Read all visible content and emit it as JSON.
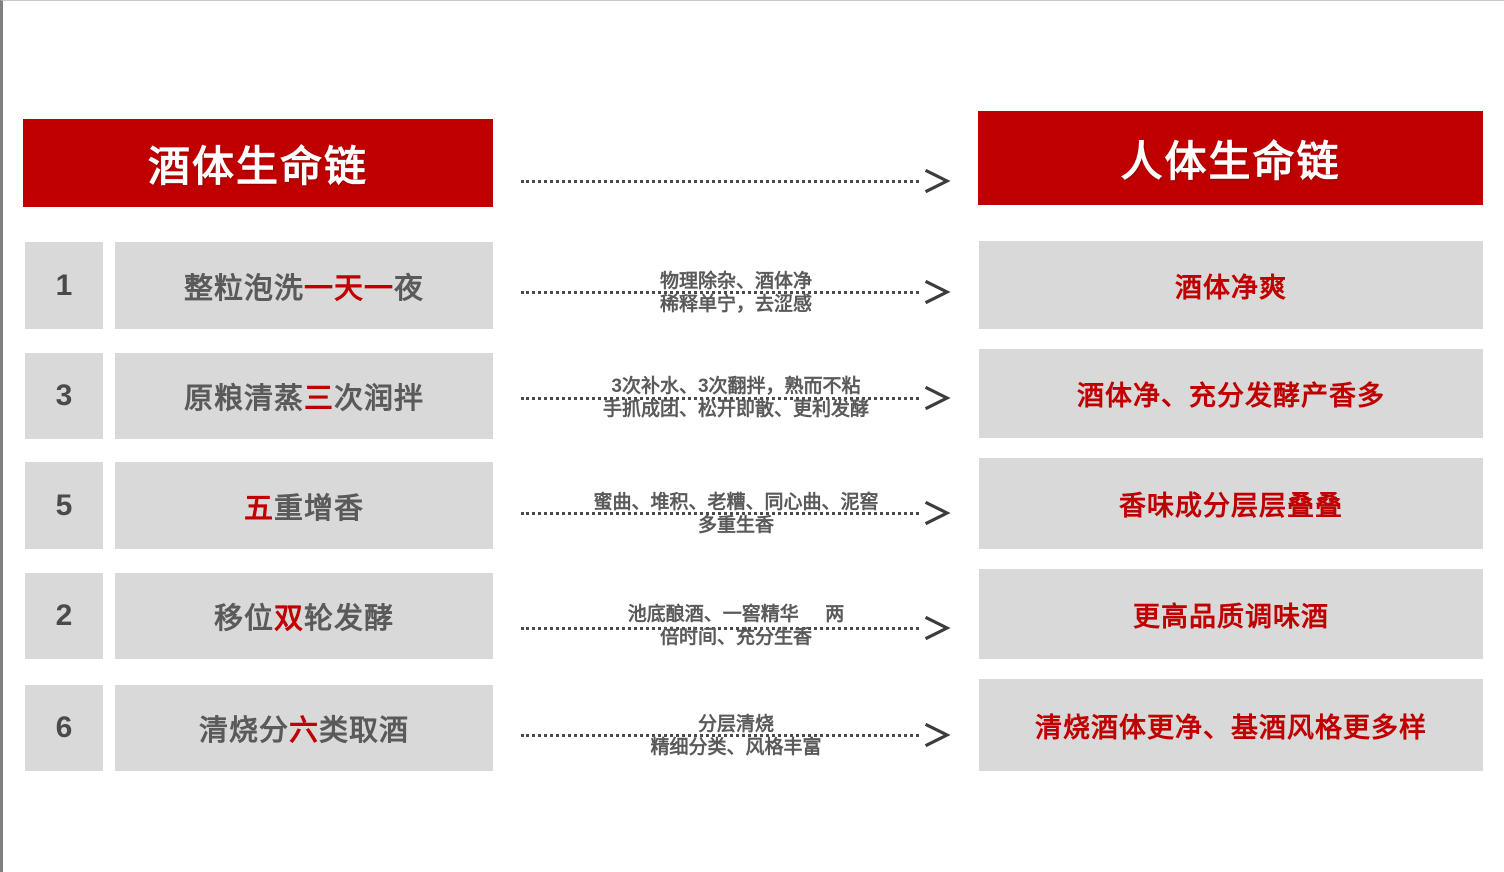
{
  "headers": {
    "left": "酒体生命链",
    "right": "人体生命链"
  },
  "top_arrow": {
    "icon": "dotted-arrow-right-icon",
    "label": ""
  },
  "rows": [
    {
      "number": "1",
      "left_prefix": "整粒泡洗",
      "left_highlight": "一天一",
      "left_suffix": "夜",
      "middle_line1": "物理除杂、酒体净",
      "middle_line2": "稀释单宁，去涩感",
      "right": "酒体净爽"
    },
    {
      "number": "3",
      "left_prefix": "原粮清蒸",
      "left_highlight": "三",
      "left_suffix": "次润拌",
      "middle_line1": "3次补水、3次翻拌，熟而不粘",
      "middle_line2": "手抓成团、松开即散、更利发酵",
      "right": "酒体净、充分发酵产香多"
    },
    {
      "number": "5",
      "left_prefix": "",
      "left_highlight": "五",
      "left_suffix": "重增香",
      "middle_line1": "蜜曲、堆积、老糟、同心曲、泥窖",
      "middle_line2": "多重生香",
      "right": "香味成分层层叠叠"
    },
    {
      "number": "2",
      "left_prefix": "移位",
      "left_highlight": "双",
      "left_suffix": "轮发酵",
      "middle_line1": "池底酿酒、一窖精华     两",
      "middle_line2": "倍时间、充分生香",
      "right": "更高品质调味酒"
    },
    {
      "number": "6",
      "left_prefix": "清烧分",
      "left_highlight": "六",
      "left_suffix": "类取酒",
      "middle_line1": "分层清烧",
      "middle_line2": "精细分类、风格丰富",
      "right": "清烧酒体更净、基酒风格更多样"
    }
  ],
  "colors": {
    "brand_red": "#C00000",
    "box_gray": "#D9D9D9",
    "text_gray": "#5A5A5A"
  }
}
